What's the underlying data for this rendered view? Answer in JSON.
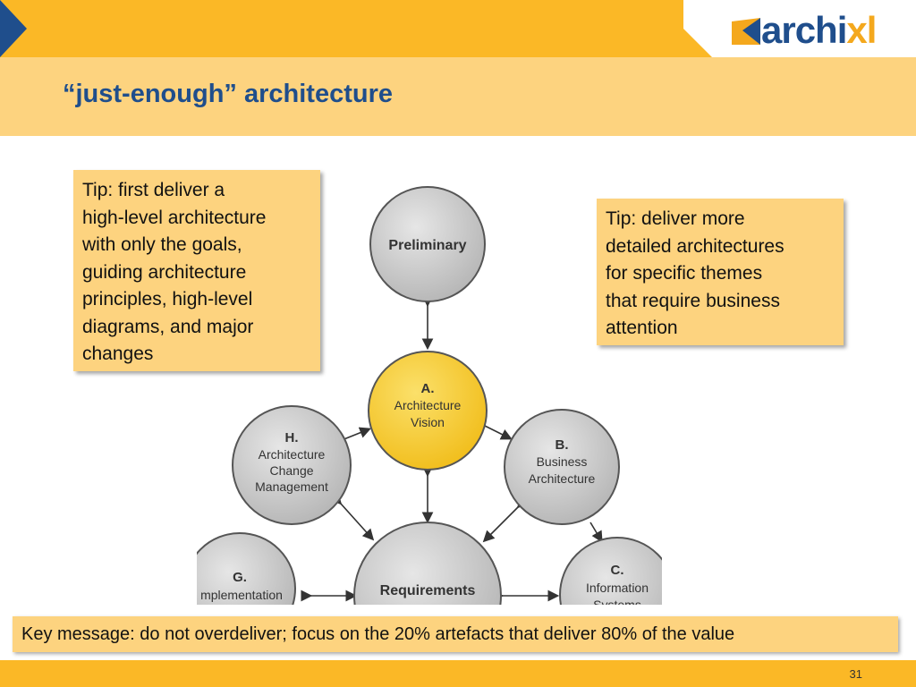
{
  "logo": {
    "main": "archi",
    "accent": "xl"
  },
  "title": "“just-enough” architecture",
  "tips": {
    "left": [
      "Tip: first deliver a",
      "high-level architecture",
      "with only the goals,",
      "guiding architecture",
      "principles, high-level",
      "diagrams, and major",
      "changes"
    ],
    "right": [
      "Tip: deliver more",
      "detailed architectures",
      "for specific themes",
      "that require business",
      "attention"
    ]
  },
  "diagram": {
    "preliminary": "Preliminary",
    "a": {
      "letter": "A.",
      "line1": "Architecture",
      "line2": "Vision"
    },
    "h": {
      "letter": "H.",
      "line1": "Architecture",
      "line2": "Change",
      "line3": "Management"
    },
    "b": {
      "letter": "B.",
      "line1": "Business",
      "line2": "Architecture"
    },
    "g": {
      "letter": "G.",
      "line1": "mplementation"
    },
    "c": {
      "letter": "C.",
      "line1": "Information",
      "line2": "Systems"
    },
    "requirements": "Requirements"
  },
  "key_message": "Key message: do not overdeliver; focus on the 20% artefacts that deliver 80% of the value",
  "page_number": "31",
  "colors": {
    "header": "#fbb826",
    "title_band": "#fdd37f",
    "title_text": "#1f4e8c",
    "node_gray": "#c9c9c9",
    "node_yellow": "#f5c92a"
  }
}
